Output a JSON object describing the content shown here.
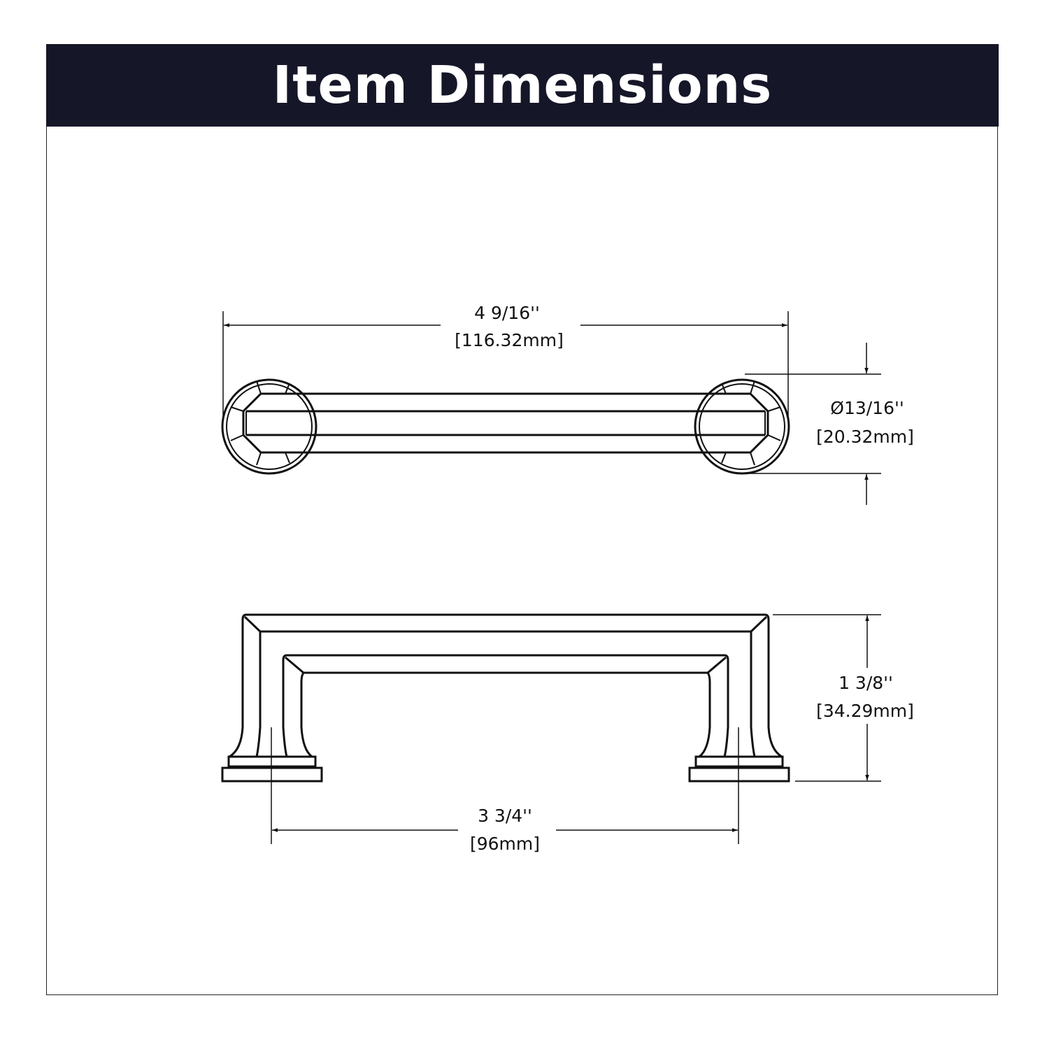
{
  "header": {
    "title": "Item Dimensions"
  },
  "dimensions": {
    "overall_length": {
      "imperial": "4 9/16''",
      "metric": "[116.32mm]"
    },
    "diameter": {
      "imperial": "Ø13/16''",
      "metric": "[20.32mm]"
    },
    "height": {
      "imperial": "1 3/8''",
      "metric": "[34.29mm]"
    },
    "center_to_center": {
      "imperial": "3 3/4''",
      "metric": "[96mm]"
    }
  },
  "colors": {
    "header_bg": "#161629",
    "line": "#111111"
  }
}
